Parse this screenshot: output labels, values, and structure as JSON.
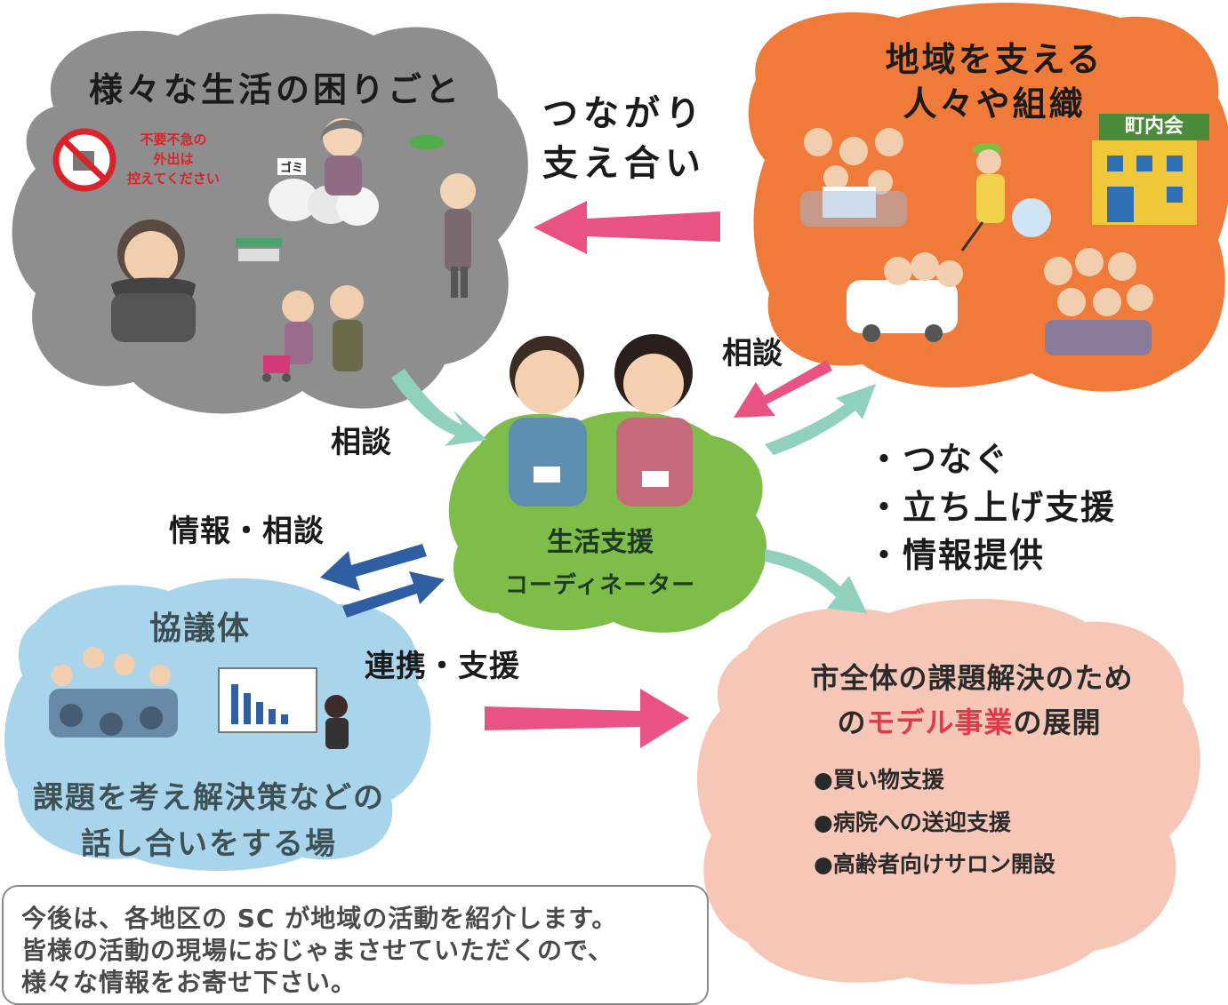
{
  "colors": {
    "gray_cloud": "#8e8e8e",
    "orange_cloud": "#f07a3a",
    "blue_cloud": "#a8d5ec",
    "green_cloud": "#7fbd4a",
    "pink_cloud": "#f6c6b7",
    "pink_arrow": "#e85382",
    "teal_arrow": "#8fd0bf",
    "navy_arrow": "#2f5ea3",
    "model_highlight": "#e03a4a"
  },
  "troubles": {
    "title": "様々な生活の困りごと",
    "sign_text": [
      "不要不急の",
      "外出は",
      "控えてください"
    ],
    "garbage_label": "ゴミ"
  },
  "community": {
    "title_line1": "地域を支える",
    "title_line2": "人々や組織",
    "town_sign": "町内会"
  },
  "coordinator": {
    "line1": "生活支援",
    "line2": "コーディネーター"
  },
  "council": {
    "title": "協議体",
    "desc_line1": "課題を考え解決策などの",
    "desc_line2": "話し合いをする場"
  },
  "labels": {
    "tsunagari_line1": "つながり",
    "tsunagari_line2": "支え合い",
    "soudan_left": "相談",
    "soudan_right": "相談",
    "info_soudan": "情報・相談",
    "renkei": "連携・支援",
    "roles": [
      "・つなぐ",
      "・立ち上げ支援",
      "・情報提供"
    ]
  },
  "model": {
    "title_line1": "市全体の課題解決のため",
    "title_line2_pre": "の",
    "title_line2_hl": "モデル事業",
    "title_line2_post": "の展開",
    "items": [
      "●買い物支援",
      "●病院への送迎支援",
      "●高齢者向けサロン開設"
    ]
  },
  "notice": {
    "lines": [
      "今後は、各地区の SC が地域の活動を紹介します。",
      "皆様の活動の現場におじゃまさせていただくので、",
      "様々な情報をお寄せ下さい。"
    ]
  }
}
